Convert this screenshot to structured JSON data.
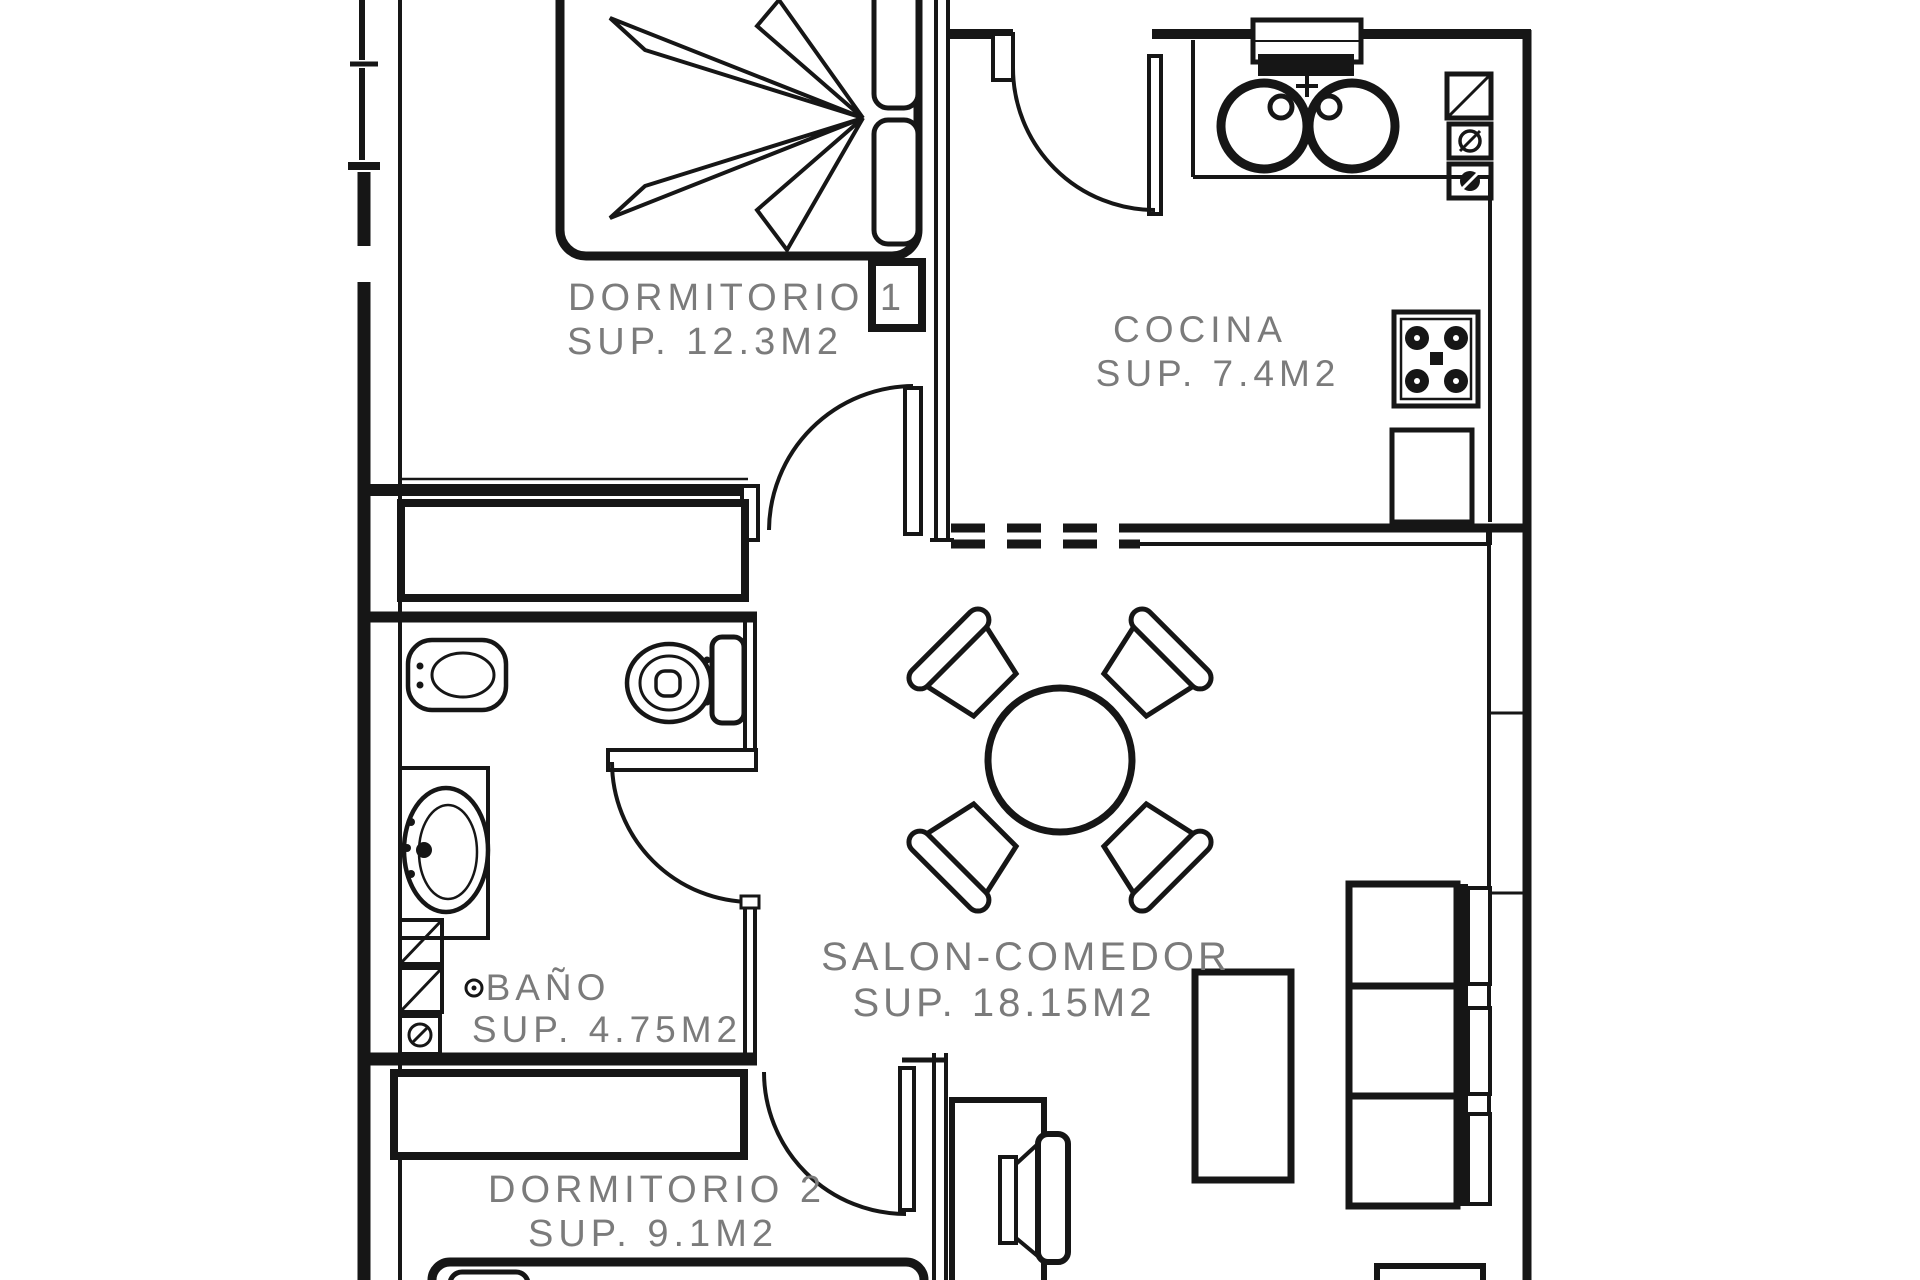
{
  "page": {
    "background": "#ffffff"
  },
  "plan": {
    "line_color": "#161616",
    "label_color": "#7b7b7b",
    "rooms": [
      {
        "name": "DORMITORIO 1",
        "area": "SUP. 12.3M2"
      },
      {
        "name": "COCINA",
        "area": "SUP. 7.4M2"
      },
      {
        "name": "BAÑO",
        "area": "SUP. 4.75M2"
      },
      {
        "name": "SALON-COMEDOR",
        "area": "SUP. 18.15M2"
      },
      {
        "name": "DORMITORIO 2",
        "area": "SUP. 9.1M2"
      }
    ]
  }
}
